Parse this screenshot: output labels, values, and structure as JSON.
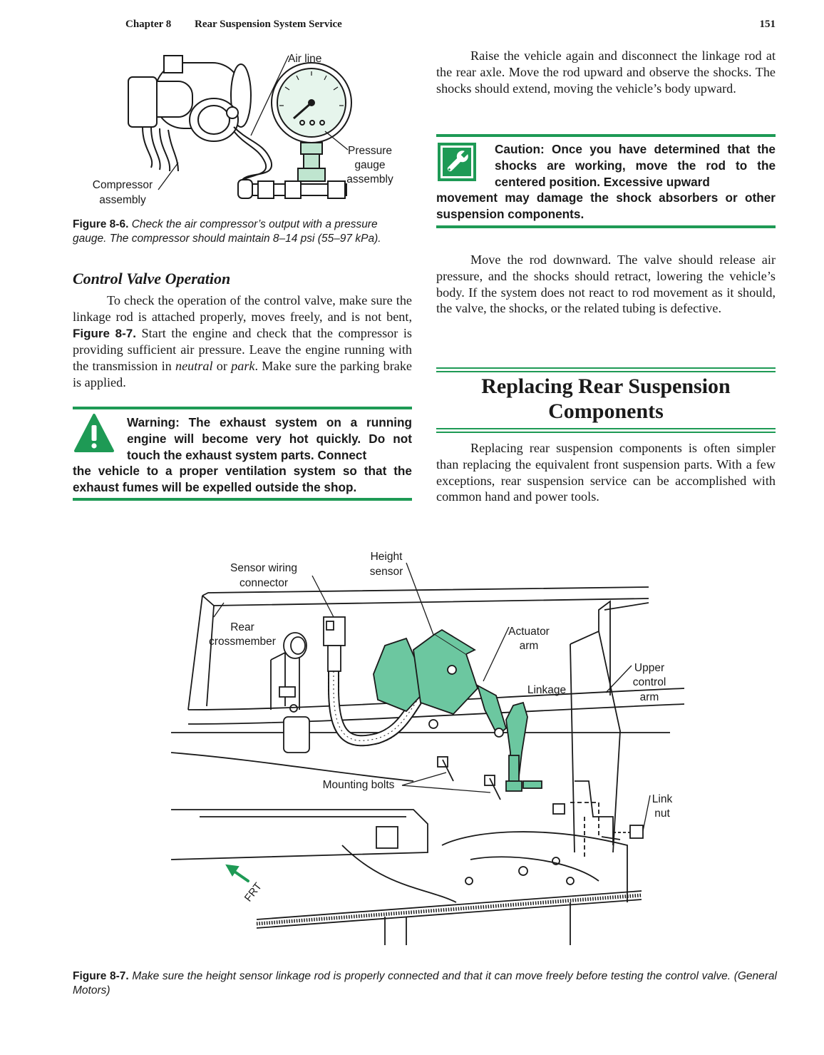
{
  "header": {
    "chapter": "Chapter  8",
    "section": "Rear Suspension System Service",
    "page_number": "151"
  },
  "figure_8_6": {
    "labels": {
      "air_line": "Air line",
      "pressure": "Pressure",
      "gauge": "gauge",
      "assembly": "assembly",
      "compressor": "Compressor",
      "compressor_assembly": "assembly"
    },
    "caption_label": "Figure 8-6.",
    "caption_text": "Check the air compressor’s output with a pressure gauge. The compressor should maintain 8–14 psi (55–97 kPa)."
  },
  "control_valve": {
    "heading": "Control Valve Operation",
    "paragraph_part1": "To check the operation of the control valve, make sure the linkage rod is attached properly, moves freely, and is not bent, ",
    "paragraph_ref": "Figure 8-7.",
    "paragraph_part2": " Start the engine and check that the compressor is providing sufficient air pressure. Leave the engine running with the transmission in ",
    "neutral": "neutral",
    "or": " or ",
    "park": "park",
    "paragraph_part3": ". Make sure the parking brake is applied."
  },
  "warning": {
    "text_first": "Warning: The exhaust system on a running engine will become very hot quickly. Do not touch the exhaust system parts. Connect",
    "text_rest": "the vehicle to a proper ventilation system so that the exhaust fumes will be expelled outside the shop."
  },
  "right_column": {
    "para_raise": "Raise the vehicle again and disconnect the linkage rod at the rear axle. Move the rod upward and observe the shocks. The shocks should extend, moving the vehicle’s body upward.",
    "caution_first": "Caution: Once you have determined that the shocks are working, move the rod to the centered position. Excessive upward",
    "caution_rest": "movement may damage the shock absorbers or other suspension components.",
    "para_move": "Move the rod downward. The valve should release air pressure, and the shocks should retract, lowering the vehicle’s body. If the system does not react to rod movement as it should, the valve, the shocks, or the related tubing is defective.",
    "section_title_line1": "Replacing Rear Suspension",
    "section_title_line2": "Components",
    "para_replacing": "Replacing rear suspension components is often simpler than replacing the equivalent front suspension parts. With a few exceptions, rear suspension service can be accomplished with common hand and power tools."
  },
  "figure_8_7": {
    "labels": {
      "sensor_wiring": "Sensor wiring",
      "connector": "connector",
      "height": "Height",
      "sensor": "sensor",
      "rear": "Rear",
      "crossmember": "crossmember",
      "actuator": "Actuator",
      "arm": "arm",
      "upper": "Upper",
      "control": "control",
      "upper_arm": "arm",
      "linkage": "Linkage",
      "mounting_bolts": "Mounting bolts",
      "link": "Link",
      "nut": "nut",
      "frt": "FRT"
    },
    "caption_label": "Figure 8-7.",
    "caption_text": "Make sure the height sensor linkage rod is properly connected and that it can move freely before testing the control valve. (General Motors)"
  },
  "colors": {
    "accent_green": "#1e9a55",
    "part_green": "#6cc7a0"
  }
}
